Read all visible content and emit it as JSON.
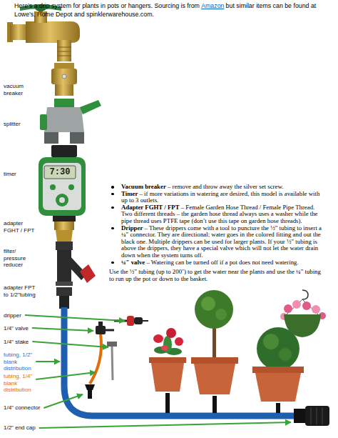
{
  "diagram": {
    "labels": [
      "Here’s a drip system for plants in pots or hangers. Sourcing is from",
      "Amazon",
      "but similar items can be found at Lowe’s, Home Depot and spinklerwarehouse.com.",
      "vacuum breaker",
      "splitter",
      "7:30",
      "timer",
      "Vacuum breaker",
      "– remove and throw away the silver set screw.",
      "Timer",
      "– if more variations in watering are desired, this model is available with up to 3 outlets.",
      "Adapter FGHT / FPT",
      "– Female Garden Hose Thread / Female Pipe Thread. Two different threads – the garden hose thread always uses a washer while the pipe thread uses PTFE tape (don’t use this tape on garden hose threads).",
      "Dripper",
      "– These drippers come with a tool to puncture the ½\" tubing to insert a ¼\" connector. They are directional; water goes in the colored fitting and out the black one. Multiple drippers can be used for larger plants. If your ½\" tubing is above the drippers, they have a special valve which will not let the water drain down when the system turns off.",
      "¼\" valve",
      "– Watering can be turned off if a pot does not need watering.",
      "Use the ½\" tubing (up to 200’) to get the water near the plants and use the ¼\" tubing to run up the pot or down to the basket.",
      "adapter FGHT / FPT",
      "filter/ pressure reducer",
      "adapter FPT to 1/2\"tubing",
      "dripper",
      "1/4\" valve",
      "1/4\" stake",
      "tubing, 1/2\" blank distribution",
      "tubing, 1/4\" blank distribution",
      "1/4\" connector",
      "1/2\" end cap"
    ]
  }
}
